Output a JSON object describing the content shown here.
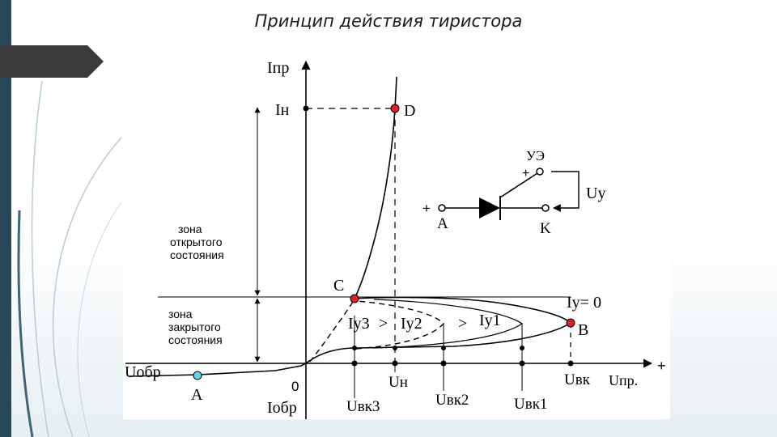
{
  "slide": {
    "title": "Принцип действия тиристора"
  },
  "diagram": {
    "axes": {
      "y_label": "Iпр",
      "x_label": "Uпр.",
      "x_plus": "+",
      "neg_x_label": "Uобр",
      "origin": "0",
      "neg_y_label": "Iобр"
    },
    "levels": {
      "i_n": "Iн"
    },
    "zones": {
      "open": [
        "зона",
        "открытого",
        "состояния"
      ],
      "closed": [
        "зона",
        "закрытого",
        "состояния"
      ]
    },
    "points": {
      "a": "A",
      "b": "B",
      "c": "C",
      "d": "D"
    },
    "curve_labels": {
      "iy0": "Iу= 0",
      "iy3": "Iу3",
      "iy2": "Iу2",
      "iy1": "Iу1",
      "gt": ">"
    },
    "x_ticks": {
      "uvk3": "Uвк3",
      "un": "Uн",
      "uvk2": "Uвк2",
      "uvk1": "Uвк1",
      "uvk": "Uвк"
    },
    "symbol": {
      "ue": "УЭ",
      "plus": "+",
      "uy": "Uу",
      "a": "A",
      "k": "K"
    },
    "colors": {
      "red_point": "#e0202a",
      "cyan_point": "#5fd7e8",
      "line": "#000000",
      "slide_accent": "#27475a"
    }
  }
}
